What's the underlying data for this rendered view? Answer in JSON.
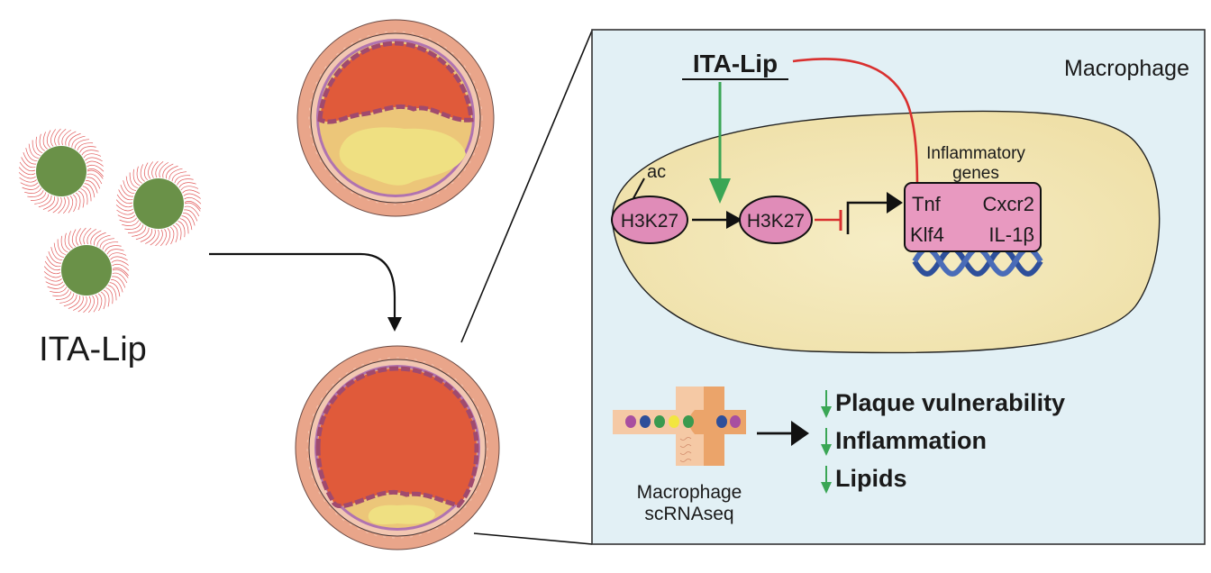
{
  "left": {
    "nanoparticle_label": "ITA-Lip",
    "nanoparticle_count": 3
  },
  "vessels": {
    "before": "plaque-large",
    "after": "plaque-small"
  },
  "panel": {
    "cell_label": "Macrophage",
    "drug_label": "ITA-Lip",
    "acetyl_label": "ac",
    "histone_left": "H3K27",
    "histone_right": "H3K27",
    "genes_title_line1": "Inflammatory",
    "genes_title_line2": "genes",
    "genes": [
      "Tnf",
      "Cxcr2",
      "Klf4",
      "IL-1β"
    ],
    "method_line1": "Macrophage",
    "method_line2": "scRNAseq",
    "outcomes": [
      "Plaque vulnerability",
      "Inflammation",
      "Lipids"
    ],
    "colors": {
      "panel_bg": "#e2f0f5",
      "cell_fill": "#f1e6b3",
      "histone_fill": "#e08cb8",
      "activate": "#3aa655",
      "inhibit": "#d9302f",
      "dna": "#2e4f9a",
      "lumen": "#e05a3a",
      "plaque_outer": "#ecc679",
      "plaque_core": "#efe082",
      "particle_core": "#6a9148"
    }
  }
}
